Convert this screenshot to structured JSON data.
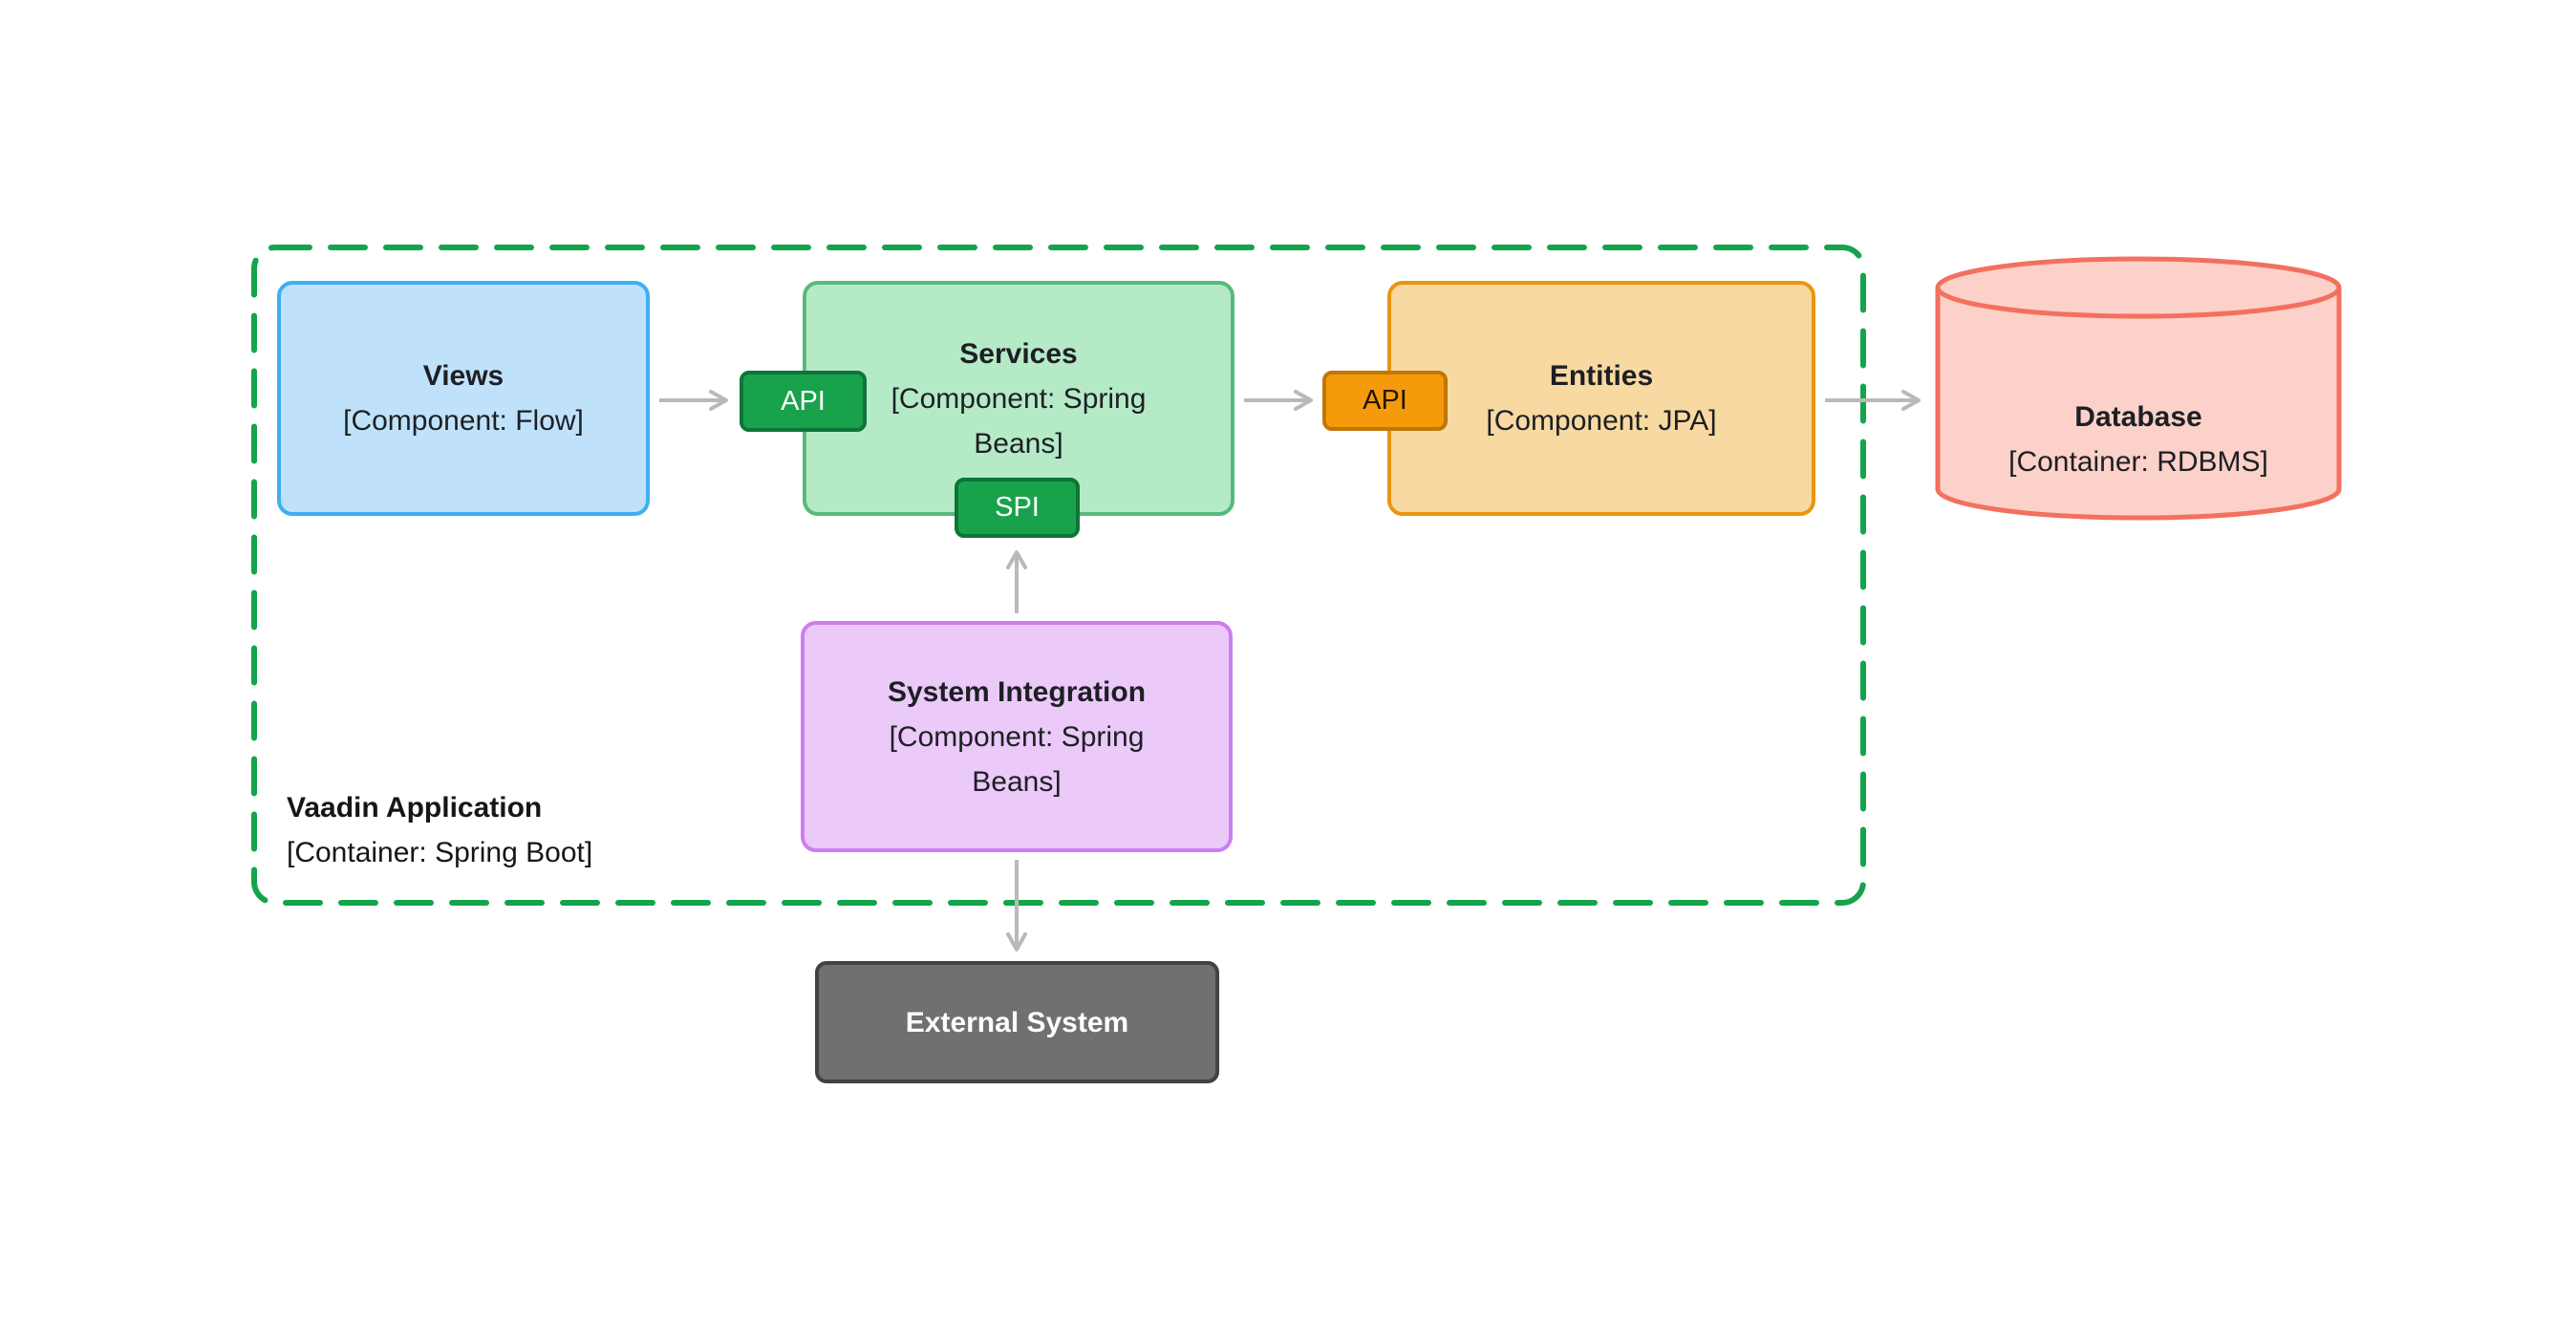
{
  "container": {
    "title": "Vaadin Application",
    "subtitle": "[Container: Spring Boot]"
  },
  "nodes": {
    "views": {
      "title": "Views",
      "subtitle": "[Component: Flow]"
    },
    "services": {
      "title": "Services",
      "subtitle": "[Component: Spring Beans]"
    },
    "entities": {
      "title": "Entities",
      "subtitle": "[Component: JPA]"
    },
    "system_integration": {
      "title": "System Integration",
      "subtitle": "[Component: Spring Beans]"
    },
    "database": {
      "title": "Database",
      "subtitle": "[Container: RDBMS]"
    },
    "external_system": {
      "title": "External System"
    }
  },
  "badges": {
    "api_services": "API",
    "spi_services": "SPI",
    "api_entities": "API"
  },
  "colors": {
    "container_border": "#14a44b",
    "views_fill": "#bfe2fa",
    "views_border": "#41aef2",
    "services_fill": "#b5eac6",
    "services_border": "#57ba7c",
    "entities_fill": "#f7d9a1",
    "entities_border": "#e9960f",
    "system_integration_fill": "#ebc9f8",
    "system_integration_border": "#cc7ef0",
    "database_fill": "#fbd1c9",
    "database_border": "#f3705f",
    "external_fill": "#707070",
    "external_border": "#424242",
    "badge_green_fill": "#18a24c",
    "badge_green_border": "#0f7437",
    "badge_orange_fill": "#f59b0b",
    "badge_orange_border": "#c27606",
    "arrow": "#b9b9b9"
  }
}
